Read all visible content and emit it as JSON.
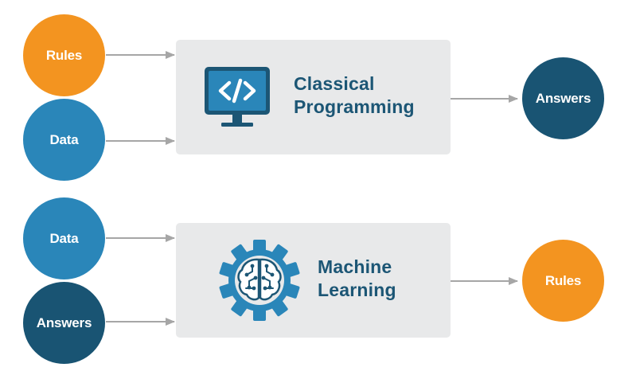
{
  "colors": {
    "orange": "#f39420",
    "blue": "#2a86b9",
    "navy": "#195473",
    "box_bg": "#e8e9ea",
    "box_text": "#1c5675",
    "arrow": "#a6a6a6",
    "icon": "#2a86b9",
    "icon_dark": "#1c5675"
  },
  "icons": {
    "classical": "computer-code-icon",
    "ml": "gear-brain-icon"
  },
  "classical": {
    "inputs": [
      "Rules",
      "Data"
    ],
    "title_line1": "Classical",
    "title_line2": "Programming",
    "output": "Answers"
  },
  "ml": {
    "inputs": [
      "Data",
      "Answers"
    ],
    "title_line1": "Machine",
    "title_line2": "Learning",
    "output": "Rules"
  }
}
